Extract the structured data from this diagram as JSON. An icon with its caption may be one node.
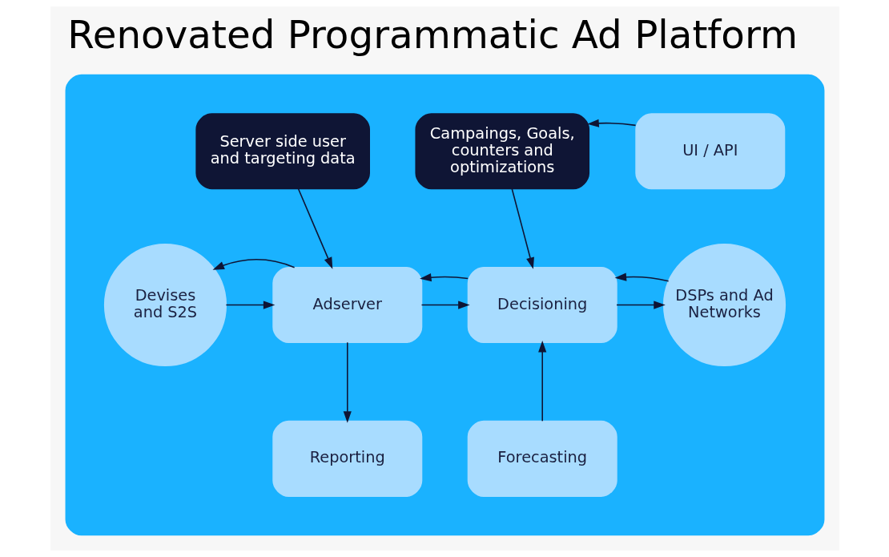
{
  "diagram": {
    "title": "Renovated Programmatic Ad Platform",
    "nodes": [
      {
        "text": [],
        "shape": "box"
      },
      {
        "text": [
          "Server side user and targeting data"
        ],
        "in": 0
      },
      {
        "text": [
          "Campaings, Goals, counters and optimizations"
        ],
        "in": 0
      },
      {
        "text": [
          "UI / API"
        ],
        "in": 0
      },
      {
        "text": [
          "Devises and S2S"
        ],
        "in": 0
      },
      {
        "text": [
          "Adserver"
        ],
        "in": 0
      },
      {
        "text": [
          "Decisioning"
        ],
        "in": 0
      },
      {
        "text": [
          "DSPs and Ad Networks"
        ],
        "in": 0
      },
      {
        "text": [
          "Reporting"
        ],
        "in": 0
      },
      {
        "text": [
          "Forecasting"
        ],
        "in": 0
      }
    ],
    "edges": [
      {
        "from": 1,
        "to": 5,
        "arrow": "to"
      },
      {
        "from": 2,
        "to": 6,
        "arrow": "to"
      },
      {
        "from": 3,
        "to": 2,
        "arrow": "to"
      },
      {
        "from": 4,
        "to": 5,
        "arrow": "to"
      },
      {
        "from": 5,
        "to": 4,
        "arrow": "to"
      },
      {
        "from": 5,
        "to": 6,
        "arrow": "to"
      },
      {
        "from": 6,
        "to": 5,
        "arrow": "to"
      },
      {
        "from": 6,
        "to": 7,
        "arrow": "to"
      },
      {
        "from": 7,
        "to": 6,
        "arrow": "to"
      },
      {
        "from": 5,
        "to": 8,
        "arrow": "to"
      },
      {
        "from": 9,
        "to": 6,
        "arrow": "to"
      }
    ]
  }
}
